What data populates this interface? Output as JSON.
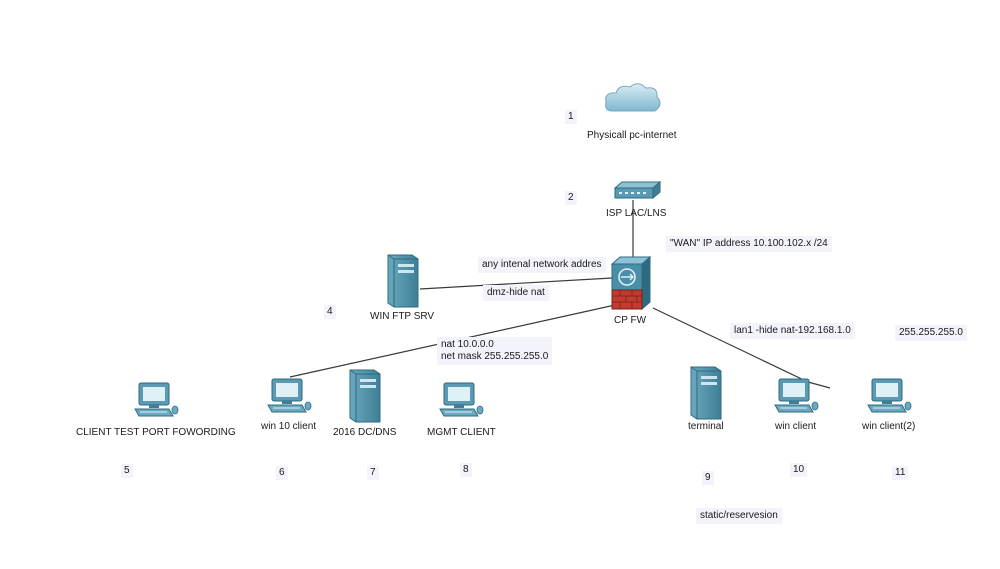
{
  "nodes": {
    "cloud": {
      "label": "Physicall pc-internet",
      "number": "1",
      "icon": "cloud-icon"
    },
    "isp": {
      "label": "ISP LAC/LNS",
      "number": "2",
      "icon": "switch-icon"
    },
    "firewall": {
      "label": "CP FW",
      "icon": "firewall-icon"
    },
    "ftp": {
      "label": "WIN FTP SRV",
      "number": "4",
      "icon": "server-icon"
    },
    "client_pf": {
      "label": "CLIENT TEST PORT FOWORDING",
      "number": "5",
      "icon": "pc-icon"
    },
    "win10": {
      "label": "win 10 client",
      "number": "6",
      "icon": "pc-icon"
    },
    "dc": {
      "label": "2016 DC/DNS",
      "number": "7",
      "icon": "server-icon"
    },
    "mgmt": {
      "label": "MGMT CLIENT",
      "number": "8",
      "icon": "pc-icon"
    },
    "terminal": {
      "label": "terminal",
      "number": "9",
      "icon": "server-icon"
    },
    "winclient": {
      "label": "win client",
      "number": "10",
      "icon": "pc-icon"
    },
    "winclient2": {
      "label": "win client(2)",
      "number": "11",
      "icon": "pc-icon"
    }
  },
  "notes": {
    "wan": "\"WAN\" IP address 10.100.102.x /24",
    "any_internal": "any intenal network addres",
    "dmz": "dmz-hide nat",
    "nat_lines": "nat 10.0.0.0\nnet mask 255.255.255.0",
    "lan1": "lan1 -hide nat-192.168.1.0",
    "mask": "255.255.255.0",
    "static": "static/reservesion"
  },
  "colors": {
    "device": "#4a8fa8",
    "device_dark": "#2f6b80",
    "line": "#3a3a3a",
    "firewall_red": "#c23b2e"
  }
}
